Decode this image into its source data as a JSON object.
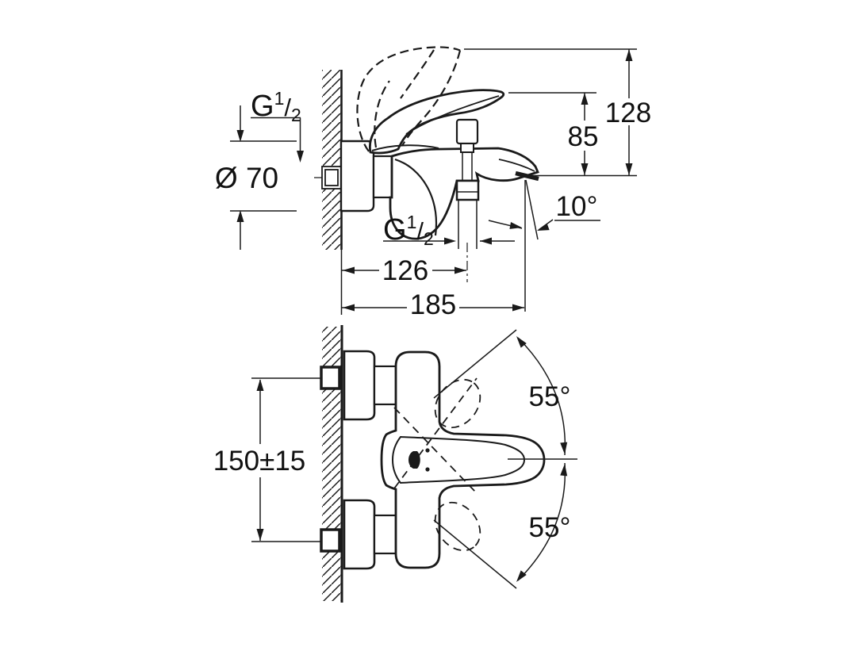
{
  "drawing": {
    "kind": "faucet installation dimensional drawing",
    "side_view": {
      "labels": {
        "wall_thread": {
          "g": "G",
          "num": "1",
          "slash": "/",
          "den": "2"
        },
        "flange_diameter": "Ø 70",
        "spout_height": "85",
        "total_height": "128",
        "spout_angle": "10°",
        "outlet_thread": {
          "g": "G",
          "num": "1",
          "slash": "/",
          "den": "2"
        },
        "wall_to_outlet": "126",
        "wall_to_spout_tip": "185"
      }
    },
    "front_view": {
      "labels": {
        "connection_spacing": "150±15",
        "handle_swing_upper": "55°",
        "handle_swing_lower": "55°"
      }
    },
    "style": {
      "line_color": "#1a1a1a",
      "background": "#ffffff"
    }
  }
}
